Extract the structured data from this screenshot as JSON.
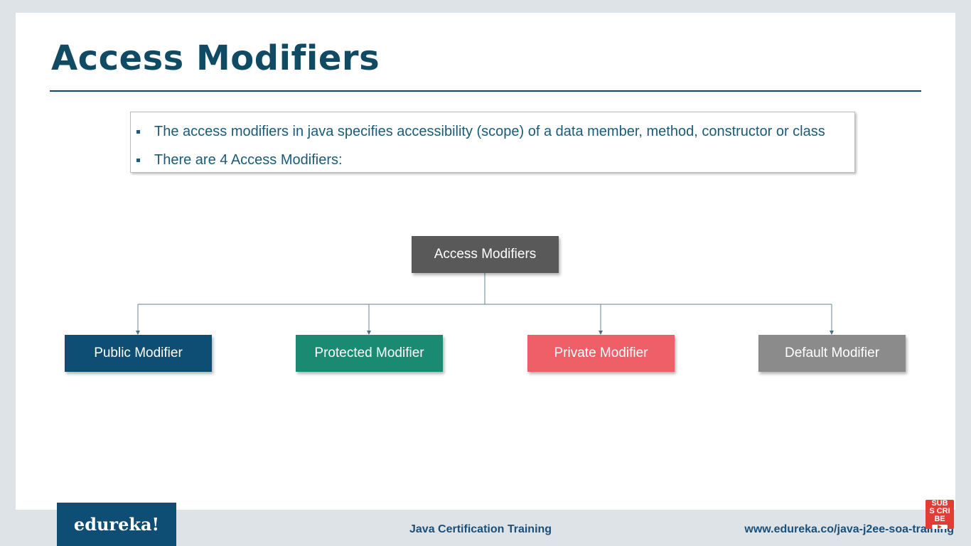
{
  "slide": {
    "title": "Access Modifiers",
    "bullets": [
      "The access modifiers in java specifies accessibility (scope) of a data member, method, constructor or class",
      "There are 4 Access Modifiers:"
    ]
  },
  "diagram": {
    "root": "Access Modifiers",
    "children": [
      "Public Modifier",
      "Protected Modifier",
      "Private Modifier",
      "Default Modifier"
    ],
    "colors": {
      "root": "#595959",
      "public": "#0e4d74",
      "protected": "#1a8a72",
      "private": "#ef5f68",
      "default": "#8b8b8b"
    }
  },
  "footer": {
    "brand": "edureka!",
    "course": "Java Certification Training",
    "url": "www.edureka.co/java-j2ee-soa-training",
    "subscribe_label": "SUBS CRIBE"
  }
}
